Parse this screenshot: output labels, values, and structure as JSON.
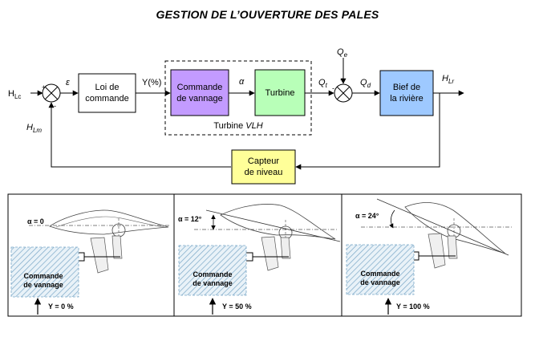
{
  "title": "GESTION DE L’OUVERTURE DES PALES",
  "diagram": {
    "input_label": "H",
    "input_sub": "Lc",
    "epsilon": "ε",
    "sum1_plus": "+",
    "sum1_minus": "-",
    "loi_line1": "Loi de",
    "loi_line2": "commande",
    "y_signal": "Y(%)",
    "cmd_line1": "Commande",
    "cmd_line2": "de vannage",
    "alpha": "α",
    "turbine": "Turbine",
    "qt_label": "Q",
    "qt_sub": "t",
    "qe_label": "Q",
    "qe_sub": "e",
    "qd_label": "Q",
    "qd_sub": "d",
    "sum2_plus": "+",
    "sum2_minus": "-",
    "bief_line1": "Bief de",
    "bief_line2": "la rivière",
    "output_label": "H",
    "output_sub": "Lr",
    "feedback_label": "H",
    "feedback_sub": "Lm",
    "capteur_line1": "Capteur",
    "capteur_line2": "de niveau",
    "group_label_prefix": "Turbine ",
    "group_label_italic": "VLH"
  },
  "panels": [
    {
      "alpha": "α = 0",
      "box_line1": "Commande",
      "box_line2": "de vannage",
      "y_value": "Y = 0 %"
    },
    {
      "alpha": "α = 12°",
      "box_line1": "Commande",
      "box_line2": "de vannage",
      "y_value": "Y = 50 %"
    },
    {
      "alpha": "α = 24°",
      "box_line1": "Commande",
      "box_line2": "de vannage",
      "y_value": "Y = 100 %"
    }
  ],
  "colors": {
    "commande": "#c39bff",
    "turbine": "#b8ffb8",
    "bief": "#9ec9ff",
    "capteur": "#ffff99",
    "hatch": "#7aa7c7"
  }
}
